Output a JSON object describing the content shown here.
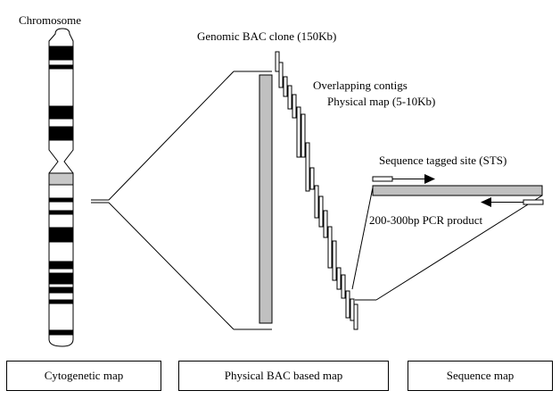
{
  "labels": {
    "chromosome": "Chromosome",
    "bac_clone": "Genomic BAC clone (150Kb)",
    "overlapping_contigs": "Overlapping contigs",
    "physical_map": "Physical map (5-10Kb)",
    "sts": "Sequence tagged site (STS)",
    "pcr_product": "200-300bp PCR product"
  },
  "panels": {
    "cytogenetic": "Cytogenetic map",
    "physical": "Physical BAC based map",
    "sequence": "Sequence map"
  },
  "colors": {
    "band_dark": "#000000",
    "centromere_gray": "#c8c8c8",
    "bac_gray": "#c0c0c0",
    "sts_gray": "#c0c0c0"
  }
}
